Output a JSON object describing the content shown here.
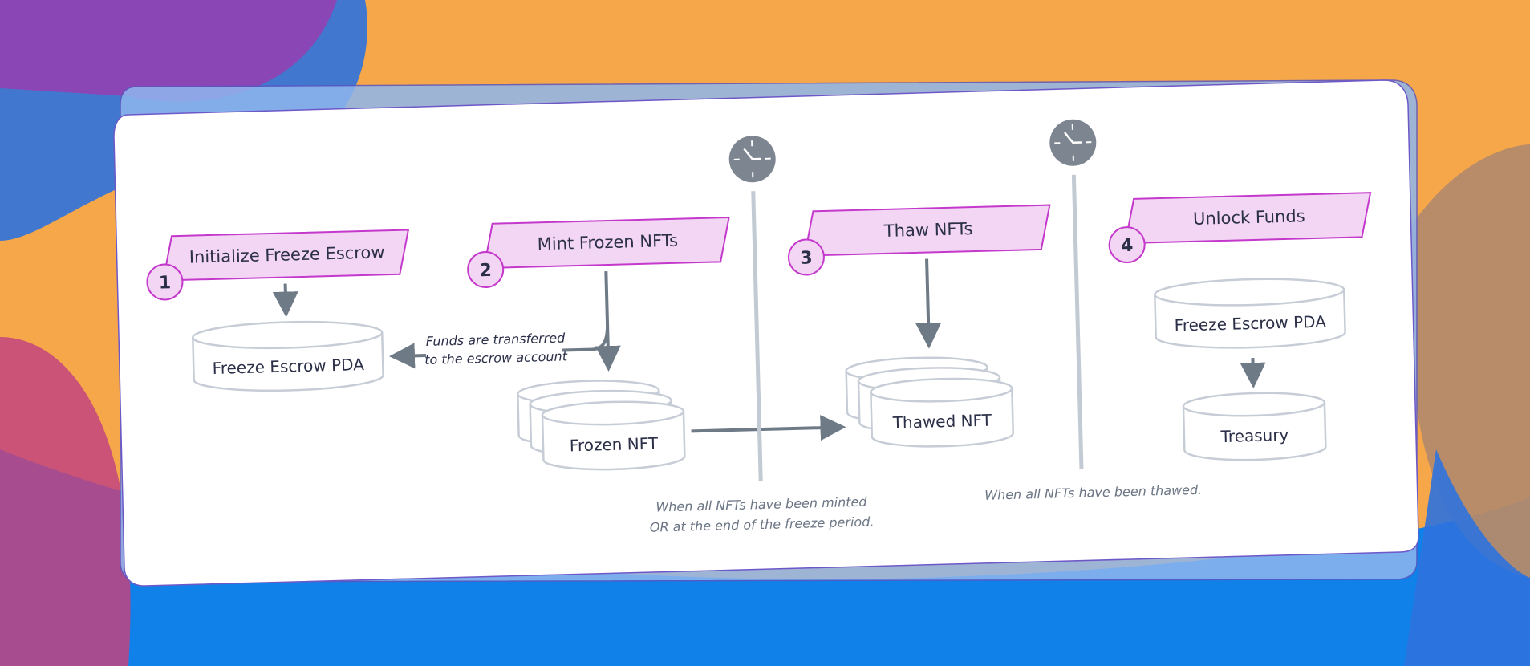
{
  "steps": [
    {
      "number": "1",
      "label": "Initialize Freeze Escrow"
    },
    {
      "number": "2",
      "label": "Mint Frozen NFTs"
    },
    {
      "number": "3",
      "label": "Thaw NFTs"
    },
    {
      "number": "4",
      "label": "Unlock Funds"
    }
  ],
  "nodes": {
    "escrow_pda_1": "Freeze Escrow PDA",
    "frozen_nft": "Frozen NFT",
    "thawed_nft": "Thawed NFT",
    "escrow_pda_2": "Freeze Escrow PDA",
    "treasury": "Treasury"
  },
  "annotations": {
    "funds_line1": "Funds are transferred",
    "funds_line2": "to the escrow account",
    "timeline1_line1": "When all NFTs have been minted",
    "timeline1_line2": "OR at the end of the freeze period.",
    "timeline2": "When all NFTs have been thawed."
  },
  "colors": {
    "step_fill": "#f2d6f4",
    "step_border": "#c438cc",
    "db_stroke": "#c7cdd6",
    "arrow": "#6f7a87",
    "clock": "#7c8590"
  },
  "icons": [
    "clock-icon",
    "clock-icon"
  ]
}
